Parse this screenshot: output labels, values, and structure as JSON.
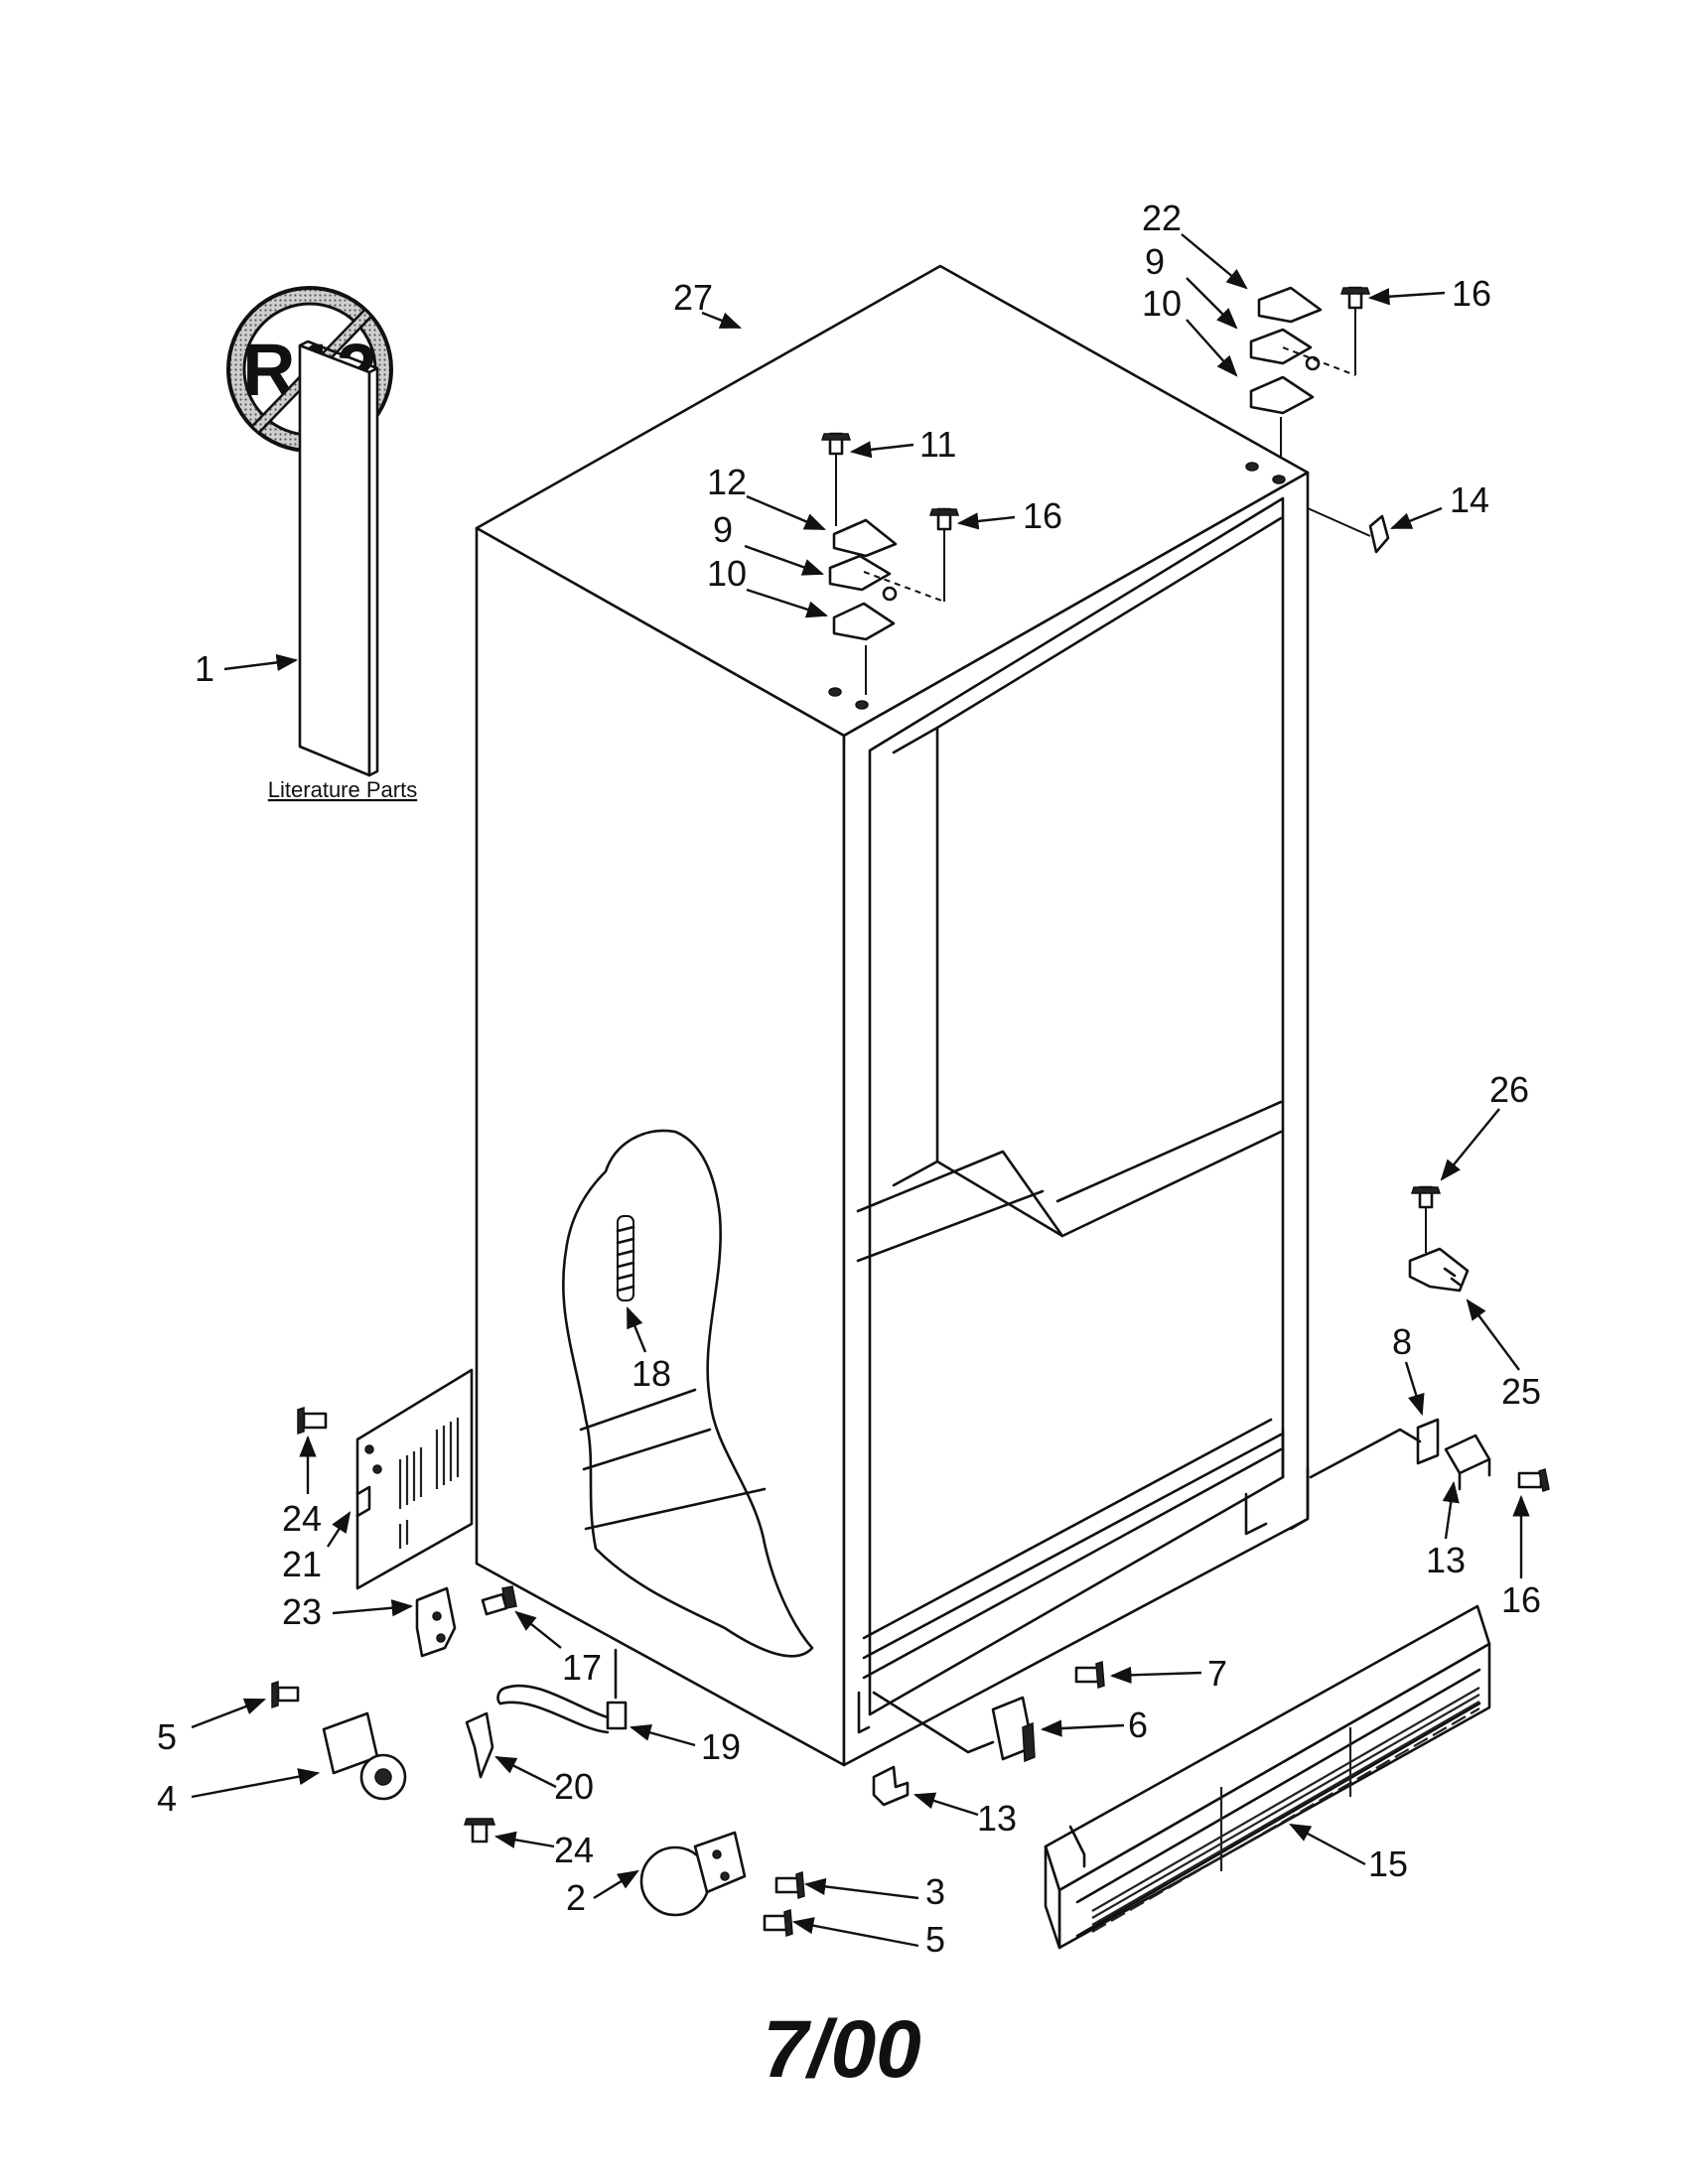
{
  "literature_label": "Literature Parts",
  "date_code": "7/00",
  "logo_text": "R12",
  "callouts": [
    {
      "id": "c27",
      "text": "27"
    },
    {
      "id": "c22",
      "text": "22"
    },
    {
      "id": "c9a",
      "text": "9"
    },
    {
      "id": "c10a",
      "text": "10"
    },
    {
      "id": "c16a",
      "text": "16"
    },
    {
      "id": "c11",
      "text": "11"
    },
    {
      "id": "c12",
      "text": "12"
    },
    {
      "id": "c9b",
      "text": "9"
    },
    {
      "id": "c10b",
      "text": "10"
    },
    {
      "id": "c16b",
      "text": "16"
    },
    {
      "id": "c14",
      "text": "14"
    },
    {
      "id": "c1",
      "text": "1"
    },
    {
      "id": "c26",
      "text": "26"
    },
    {
      "id": "c25",
      "text": "25"
    },
    {
      "id": "c8",
      "text": "8"
    },
    {
      "id": "c13a",
      "text": "13"
    },
    {
      "id": "c16c",
      "text": "16"
    },
    {
      "id": "c18",
      "text": "18"
    },
    {
      "id": "c24a",
      "text": "24"
    },
    {
      "id": "c21",
      "text": "21"
    },
    {
      "id": "c23",
      "text": "23"
    },
    {
      "id": "c17",
      "text": "17"
    },
    {
      "id": "c5a",
      "text": "5"
    },
    {
      "id": "c4",
      "text": "4"
    },
    {
      "id": "c19",
      "text": "19"
    },
    {
      "id": "c20",
      "text": "20"
    },
    {
      "id": "c24b",
      "text": "24"
    },
    {
      "id": "c7",
      "text": "7"
    },
    {
      "id": "c6",
      "text": "6"
    },
    {
      "id": "c13b",
      "text": "13"
    },
    {
      "id": "c15",
      "text": "15"
    },
    {
      "id": "c3",
      "text": "3"
    },
    {
      "id": "c5b",
      "text": "5"
    },
    {
      "id": "c2",
      "text": "2"
    }
  ]
}
